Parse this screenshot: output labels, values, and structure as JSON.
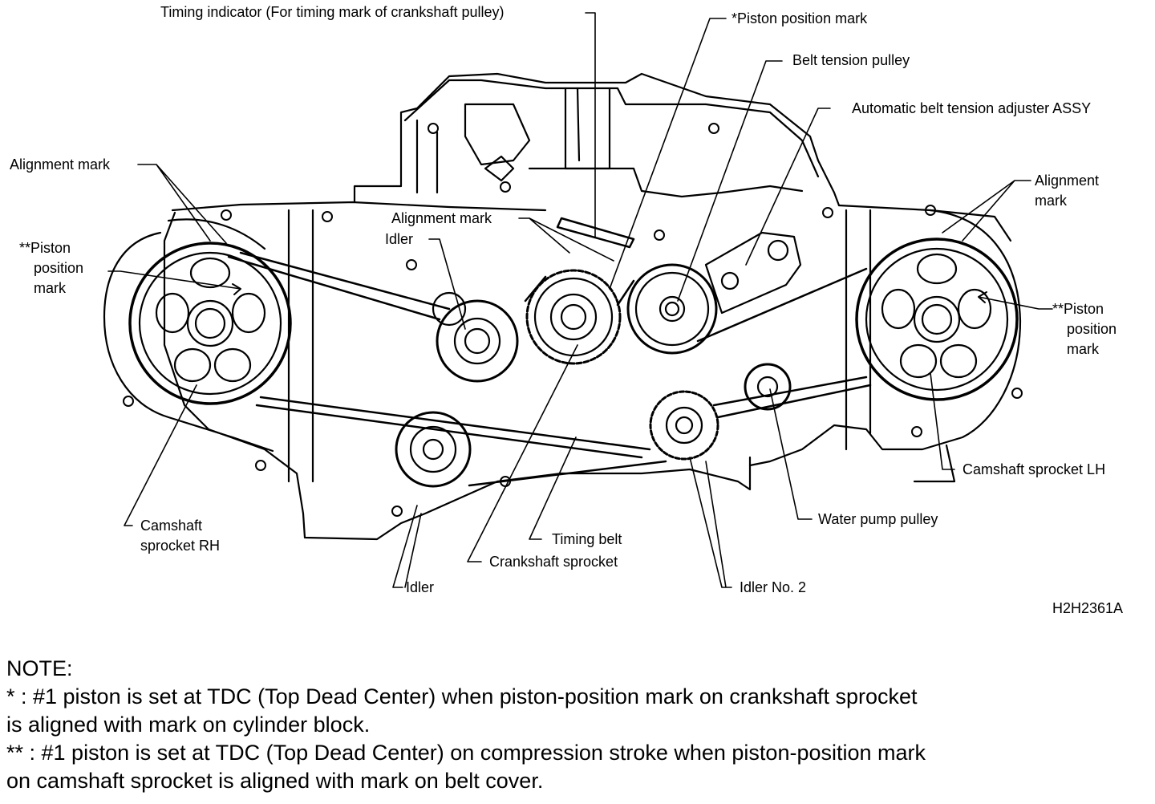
{
  "labels": {
    "timing_indicator": "Timing indicator (For timing mark of crankshaft pulley)",
    "piston_position_mark": "*Piston position mark",
    "belt_tension_pulley": "Belt tension pulley",
    "auto_adjuster": "Automatic belt tension adjuster ASSY",
    "alignment_mark_left": "Alignment mark",
    "alignment_mark_right_1": "Alignment",
    "alignment_mark_right_2": "mark",
    "alignment_mark_center": "Alignment mark",
    "idler_top": "Idler",
    "piston_left_1": "**Piston",
    "piston_left_2": "position",
    "piston_left_3": "mark",
    "piston_right_1": "**Piston",
    "piston_right_2": "position",
    "piston_right_3": "mark",
    "camshaft_lh": "Camshaft sprocket LH",
    "camshaft_rh_1": "Camshaft",
    "camshaft_rh_2": "sprocket RH",
    "water_pump": "Water pump pulley",
    "timing_belt": "Timing belt",
    "crankshaft_sprocket": "Crankshaft sprocket",
    "idler_bottom": "Idler",
    "idler_no2": "Idler No. 2",
    "figure_code": "H2H2361A"
  },
  "note": {
    "heading": "NOTE:",
    "line1": "* : #1 piston is set at TDC (Top Dead Center) when piston-position mark on crankshaft sprocket",
    "line2": "is aligned with mark on cylinder block.",
    "line3": "** : #1 piston is set at TDC (Top Dead Center) on compression stroke when piston-position mark",
    "line4": "on camshaft sprocket is aligned with mark on belt cover."
  }
}
